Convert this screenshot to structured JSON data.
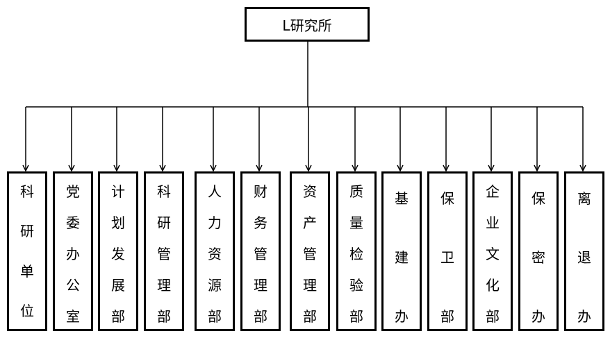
{
  "root": {
    "label": "L研究所"
  },
  "departments": [
    {
      "label": "科研单位"
    },
    {
      "label": "党委办公室"
    },
    {
      "label": "计划发展部"
    },
    {
      "label": "科研管理部"
    },
    {
      "label": "人力资源部"
    },
    {
      "label": "财务管理部"
    },
    {
      "label": "资产管理部"
    },
    {
      "label": "质量检验部"
    },
    {
      "label": "基建办"
    },
    {
      "label": "保卫部"
    },
    {
      "label": "企业文化部"
    },
    {
      "label": "保密办"
    },
    {
      "label": "离退办"
    }
  ],
  "colors": {
    "line": "#000000",
    "box_border": "#000000",
    "text": "#000000",
    "background": "#ffffff"
  }
}
